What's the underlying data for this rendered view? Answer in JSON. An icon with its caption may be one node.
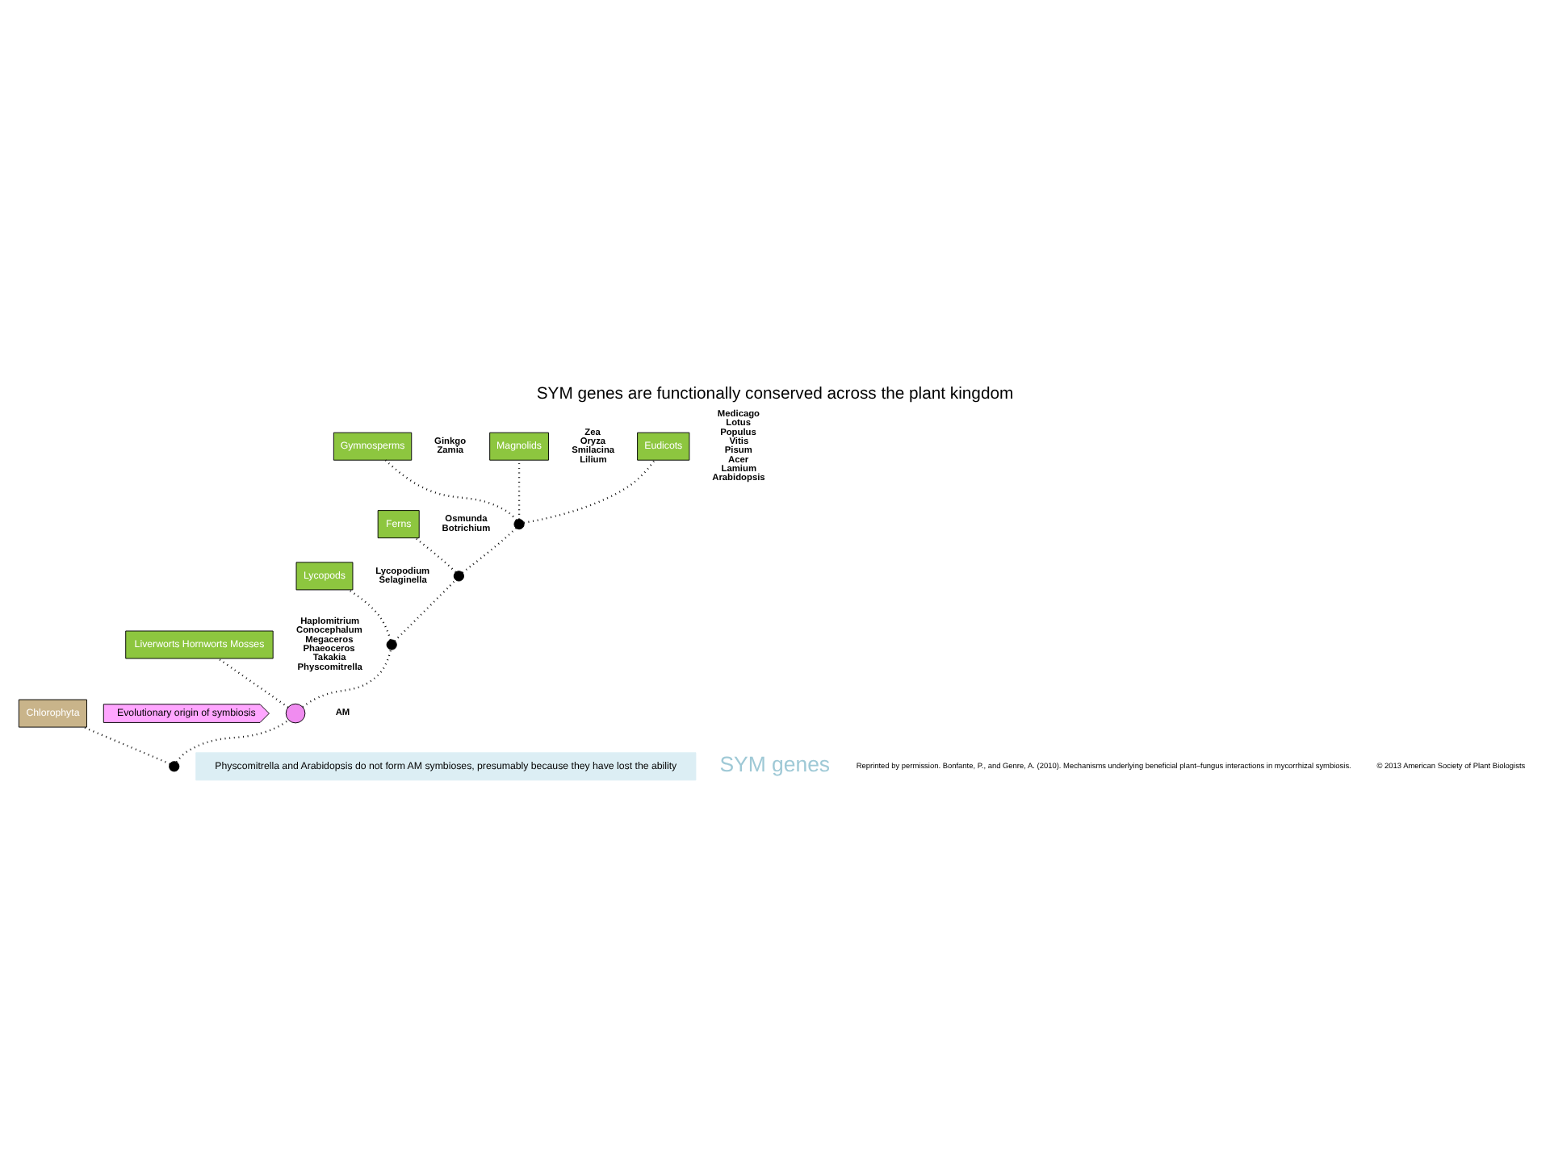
{
  "diagram": {
    "title": "SYM genes are functionally conserved across the plant kingdom",
    "nodes": [
      {
        "text": [
          "Liverworts Hornworts Mosses"
        ],
        "beside": [
          "Haplomitrium",
          "Conocephalum",
          "Megaceros",
          "Phaeoceros",
          "Takakia",
          "Physcomitrella"
        ]
      },
      {
        "text": [
          "Lycopods"
        ],
        "beside": [
          "Lycopodium",
          "Selaginella"
        ]
      },
      {
        "text": [
          "Ferns"
        ],
        "beside": [
          "Osmunda",
          "Botrichium"
        ]
      },
      {
        "text": [
          "Gymnosperms"
        ],
        "beside": [
          "Ginkgo",
          "Zamia"
        ]
      },
      {
        "text": [
          "Magnolids"
        ],
        "beside": [
          "Zea",
          "Oryza",
          "Smilacina",
          "Lilium"
        ]
      },
      {
        "text": [
          "Eudicots"
        ],
        "beside": [
          "Medicago",
          "Lotus",
          "Populus",
          "Vitis",
          "Pisum",
          "Acer",
          "Lamium",
          "Arabidopsis"
        ]
      },
      {
        "text": [
          "Chlorophyta"
        ]
      },
      {
        "text": [],
        "shape": "circle"
      },
      {
        "text": [],
        "shape": "circle"
      },
      {
        "text": [],
        "shape": "circle"
      },
      {
        "text": [],
        "shape": "circle",
        "beside": [
          "AM"
        ]
      },
      {
        "text": [],
        "shape": "circle"
      },
      {
        "text": [
          "Evolutionary origin of symbiosis"
        ]
      },
      {
        "text": [
          "Physcomitrella and Arabidopsis do not form AM symbioses, presumably because they have lost the ability"
        ]
      }
    ],
    "edges": [
      {
        "from": 11,
        "to": 10,
        "arrow": "none"
      },
      {
        "from": 11,
        "to": 6,
        "arrow": "none"
      },
      {
        "from": 10,
        "to": 0,
        "arrow": "none"
      },
      {
        "from": 10,
        "to": 9,
        "arrow": "none"
      },
      {
        "from": 9,
        "to": 1,
        "arrow": "none"
      },
      {
        "from": 9,
        "to": 8,
        "arrow": "none"
      },
      {
        "from": 8,
        "to": 2,
        "arrow": "none"
      },
      {
        "from": 8,
        "to": 7,
        "arrow": "none"
      },
      {
        "from": 7,
        "to": 3,
        "arrow": "none"
      },
      {
        "from": 7,
        "to": 4,
        "arrow": "none"
      },
      {
        "from": 7,
        "to": 5,
        "arrow": "none"
      }
    ],
    "labels": [
      "SYM genes",
      "Reprinted by permission. Bonfante, P., and Genre, A. (2010). Mechanisms underlying beneficial plant–fungus interactions in mycorrhizal symbiosis.",
      "© 2013 American Society of Plant Biologists"
    ]
  }
}
